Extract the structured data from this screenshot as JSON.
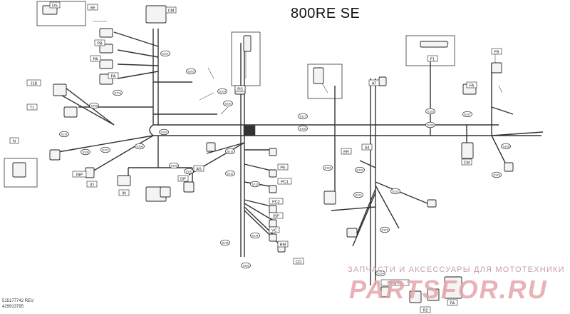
{
  "title": "800RE SE",
  "doc_ref": [
    "515177742 REV.",
    "429913795"
  ],
  "watermark": {
    "subtitle": "ЗАПЧАСТИ И АКСЕССУАРЫ ДЛЯ МОТОТЕХНИКИ",
    "brand": "PARTSFOR.RU"
  },
  "connector_codes": [
    "SE",
    "DS",
    "CM",
    "PB",
    "PA",
    "FA",
    "J1B",
    "T1",
    "N",
    "INP",
    "IO",
    "IN",
    "AS",
    "DP",
    "PE",
    "PC1",
    "PC2",
    "ISP",
    "VC",
    "RM",
    "AT",
    "ER",
    "S4",
    "CO",
    "RS",
    "F1",
    "FA",
    "FB",
    "CM",
    "PA & PB",
    "R2",
    "FA"
  ],
  "splices": [
    "S101",
    "S102",
    "S103",
    "S104",
    "S105",
    "S106",
    "S107",
    "S108",
    "S109",
    "S110",
    "S111",
    "S112",
    "S113",
    "S114",
    "S115",
    "S116",
    "S117",
    "S118",
    "S119",
    "S120",
    "S121",
    "S122",
    "S123",
    "S124",
    "S125",
    "S126",
    "S127",
    "S128",
    "S129",
    "S130",
    "S131",
    "S132"
  ],
  "colors": {
    "line": "#333333",
    "watermark": "#e5a6aa"
  }
}
